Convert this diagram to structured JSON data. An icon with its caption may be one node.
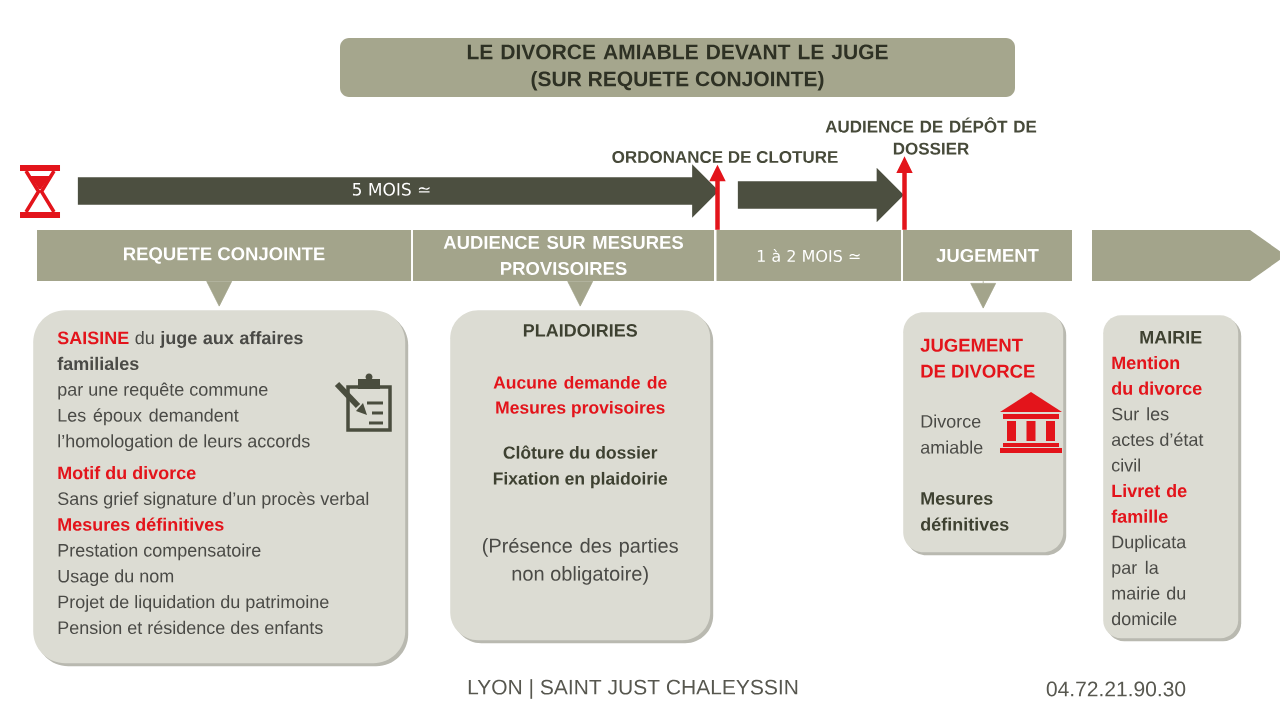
{
  "diagram": {
    "title": "LE DIVORCE AMIABLE DEVANT LE JUGE (SUR REQUETE CONJOINTE)",
    "nodes": [
      {
        "text": [
          "AUDIENCE DE DÉPÔT DE DOSSIER"
        ]
      },
      {
        "text": [
          "ORDONANCE DE CLOTURE"
        ]
      },
      {
        "text": [
          "5 MOIS ≃"
        ]
      },
      {
        "text": [],
        "shape": "arrow"
      },
      {
        "text": [
          "REQUETE CONJOINTE"
        ]
      },
      {
        "text": [
          "AUDIENCE SUR MESURES PROVISOIRES"
        ]
      },
      {
        "text": [
          "1 à 2 MOIS ≃"
        ]
      },
      {
        "text": [
          "JUGEMENT"
        ]
      },
      {
        "text": [],
        "shape": "arrow"
      },
      {
        "text": [
          "SAISINE",
          "du **juge aux affaires familiales**",
          "par une requête commune",
          "Les époux demandent l’homologation de leurs accords",
          "Motif du divorce",
          "Sans grief signature d’un procès verbal",
          "Mesures définitives",
          "Prestation compensatoire",
          "Usage du nom",
          "Projet de liquidation du patrimoine",
          "Pension et résidence des enfants"
        ]
      },
      {
        "text": [
          "PLAIDOIRIES",
          "Aucune demande de Mesures provisoires",
          "Clôture du dossier",
          "Fixation en plaidoirie",
          "(Présence des parties non obligatoire)"
        ]
      },
      {
        "text": [
          "JUGEMENT DE DIVORCE",
          "Divorce amiable",
          "Mesures définitives"
        ]
      },
      {
        "text": [
          "MAIRIE",
          "Mention du divorce",
          "Sur les actes d’état civil",
          "Livret de famille",
          "Duplicata par la mairie du domicile"
        ]
      }
    ],
    "edges": [
      {
        "from": 6,
        "to": 1,
        "arrow": "to",
        "color": "#e3141b"
      },
      {
        "from": 7,
        "to": 0,
        "arrow": "to",
        "color": "#e3141b"
      },
      {
        "from": 4,
        "to": 9,
        "arrow": "to",
        "color": "#a3a48b"
      },
      {
        "from": 5,
        "to": 10,
        "arrow": "to",
        "color": "#a3a48b"
      },
      {
        "from": 7,
        "to": 11,
        "arrow": "to",
        "color": "#a3a48b"
      }
    ],
    "labels": [
      "LYON | SAINT JUST CHALEYSSIN",
      "04.72.21.90.30"
    ]
  }
}
